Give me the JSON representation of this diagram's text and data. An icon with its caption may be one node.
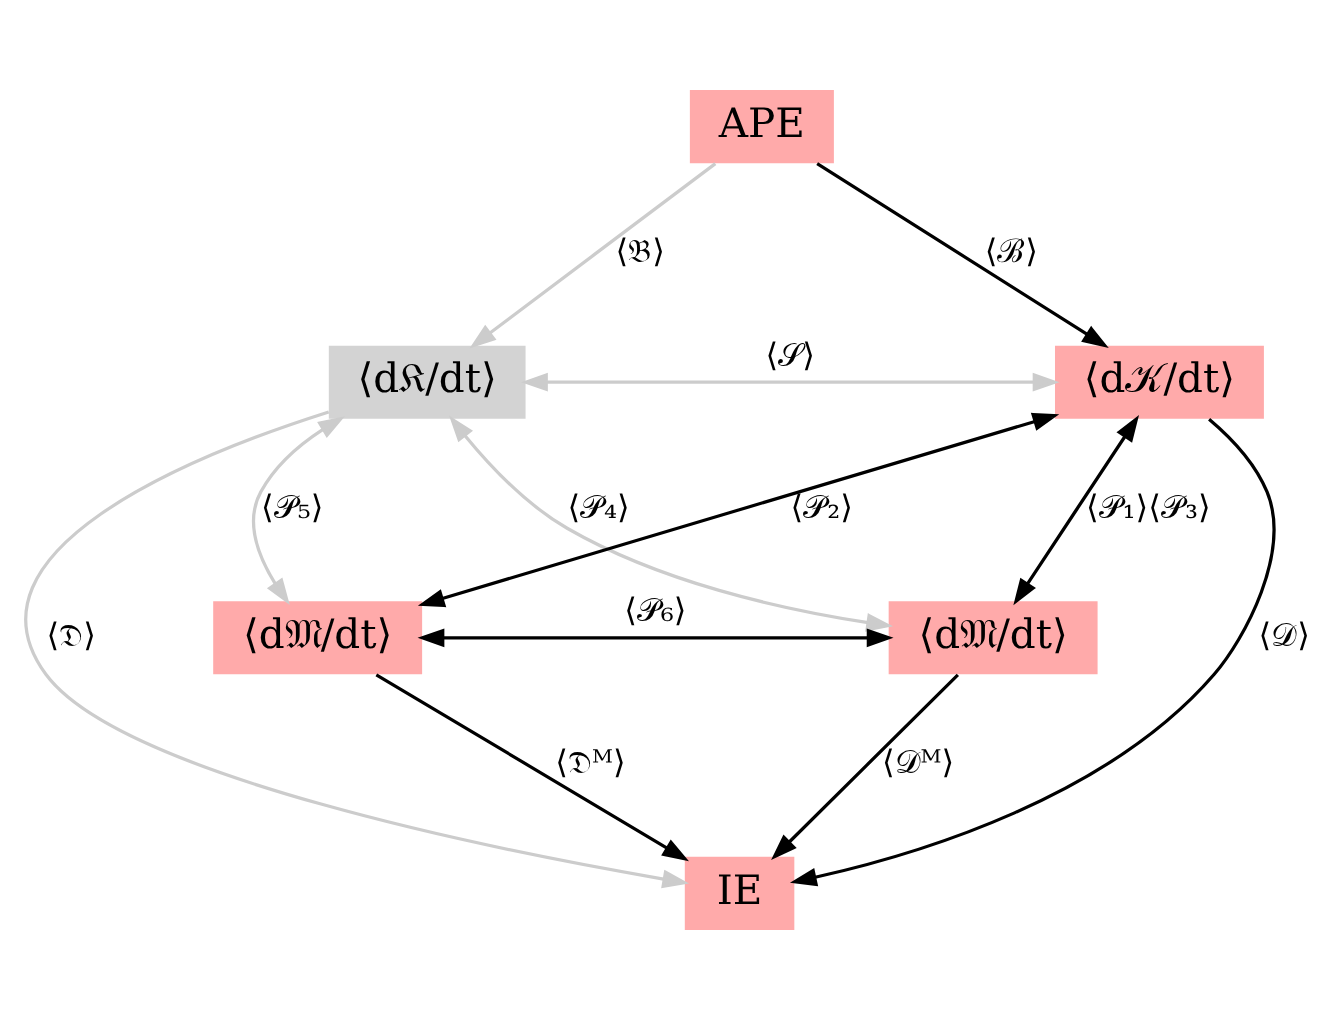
{
  "diagram": {
    "nodes": [
      {
        "text": [
          "APE"
        ]
      },
      {
        "text": [
          "⟨d𝔎/dt⟩"
        ]
      },
      {
        "text": [
          "⟨d𝒦/dt⟩"
        ]
      },
      {
        "text": [
          "⟨d𝔐/dt⟩"
        ]
      },
      {
        "text": [
          "⟨d𝔐/dt⟩"
        ]
      },
      {
        "text": [
          "IE"
        ]
      }
    ],
    "edges": [
      {
        "from": 0,
        "to": 1,
        "arrow": "to",
        "label": "⟨𝔅⟩",
        "color": "#cccccc"
      },
      {
        "from": 0,
        "to": 2,
        "arrow": "to",
        "label": "⟨ℬ⟩"
      },
      {
        "from": 1,
        "to": 2,
        "arrow": "both",
        "label": "⟨𝒮⟩",
        "color": "#cccccc"
      },
      {
        "from": 1,
        "to": 4,
        "arrow": "both",
        "label": "⟨𝒫₄⟩",
        "color": "#cccccc"
      },
      {
        "from": 2,
        "to": 3,
        "arrow": "both",
        "label": "⟨𝒫₂⟩"
      },
      {
        "from": 1,
        "to": 3,
        "arrow": "both",
        "label": "⟨𝒫₅⟩",
        "color": "#cccccc"
      },
      {
        "from": 2,
        "to": 4,
        "arrow": "both",
        "label": "⟨𝒫₁⟩⟨𝒫₃⟩"
      },
      {
        "from": 3,
        "to": 4,
        "arrow": "both",
        "label": "⟨𝒫₆⟩"
      },
      {
        "from": 3,
        "to": 5,
        "arrow": "to",
        "label": "⟨𝔇ᴹ⟩"
      },
      {
        "from": 4,
        "to": 5,
        "arrow": "to",
        "label": "⟨𝒟ᴹ⟩"
      },
      {
        "from": 1,
        "to": 5,
        "arrow": "to",
        "label": "⟨𝔇⟩",
        "color": "#cccccc"
      },
      {
        "from": 2,
        "to": 5,
        "arrow": "to",
        "label": "⟨𝒟⟩"
      }
    ]
  }
}
